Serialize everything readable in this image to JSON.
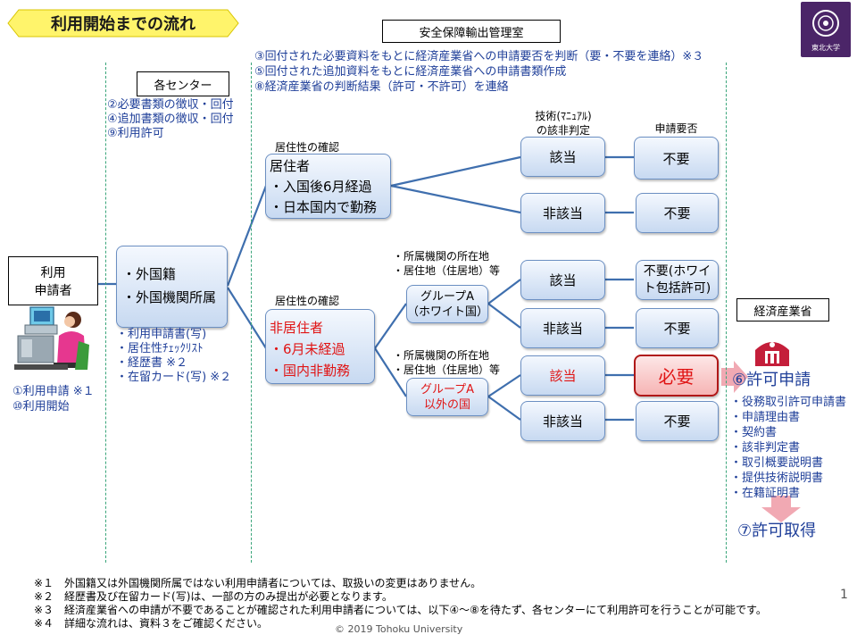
{
  "title": "利用開始までの流れ",
  "headers": {
    "security_office": "安全保障輸出管理室",
    "centers": "各センター",
    "meti": "経済産業省"
  },
  "logo_text": "東北大学",
  "security_notes": [
    "③回付された必要資料をもとに経済産業省への申請要否を判断（要・不要を連絡）※３",
    "⑤回付された追加資料をもとに経済産業省への申請書類作成",
    "⑧経済産業省の判断結果（許可・不許可）を連絡"
  ],
  "center_notes": [
    "②必要書類の徴収・回付",
    "④追加書類の徴収・回付",
    "⑨利用許可"
  ],
  "applicant": {
    "box_line1": "利用",
    "box_line2": "申請者",
    "steps": [
      "①利用申請 ※１",
      "⑩利用開始"
    ]
  },
  "foreign_box": [
    "・外国籍",
    "・外国機関所属"
  ],
  "required_docs": [
    "・利用申請書(写)",
    "・居住性ﾁｪｯｸﾘｽﾄ",
    "・経歴書 ※２",
    "・在留カード(写) ※２"
  ],
  "residency_label": "居住性の確認",
  "resident_box": [
    "居住者",
    "・入国後6月経過",
    "・日本国内で勤務"
  ],
  "nonresident_box": [
    "非居住者",
    "・6月未経過",
    "・国内非勤務"
  ],
  "location_notes": [
    "・所属機関の所在地",
    "・居住地（住居地）等"
  ],
  "group_a": [
    "グループA",
    "（ホワイト国）"
  ],
  "group_non_a": [
    "グループA",
    "以外の国"
  ],
  "col_headers": {
    "tech": [
      "技術(ﾏﾆｭｱﾙ)",
      "の該非判定"
    ],
    "need": "申請要否"
  },
  "judgments": {
    "applicable": "該当",
    "not_applicable": "非該当",
    "not_required": "不要",
    "not_required_white": [
      "不要(ホワイ",
      "ト包括許可)"
    ],
    "required": "必要"
  },
  "meti_steps": {
    "permit_apply": "⑥許可申請",
    "docs": [
      "・役務取引許可申請書",
      "・申請理由書",
      "・契約書",
      "・該非判定書",
      "・取引概要説明書",
      "・提供技術説明書",
      "・在籍証明書"
    ],
    "permit_get": "⑦許可取得"
  },
  "footnotes": [
    "※１　外国籍又は外国機関所属ではない利用申請者については、取扱いの変更はありません。",
    "※２　経歴書及び在留カード(写)は、一部の方のみ提出が必要となります。",
    "※３　経済産業省への申請が不要であることが確認された利用申請者については、以下④～⑧を待たず、各センターにて利用許可を行うことが可能です。",
    "※４　詳細な流れは、資料３をご確認ください。"
  ],
  "copyright": "©  2019  Tohoku  University",
  "page_number": "1",
  "colors": {
    "accent_blue": "#1f3f99",
    "alert_red": "#e01414",
    "title_yellow": "#fff46b",
    "guide_green": "#3aa57a"
  }
}
